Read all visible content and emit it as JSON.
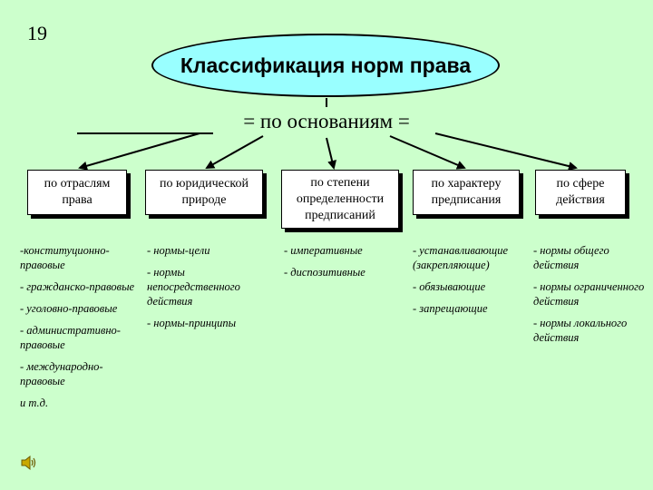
{
  "slide_number": "19",
  "title": "Классификация норм права",
  "subtitle": "= по основаниям =",
  "columns": [
    {
      "header": "по отраслям права",
      "items": [
        "-конституционно-правовые",
        "- гражданско-правовые",
        "- уголовно-правовые",
        "- административно-правовые",
        "- международно-правовые",
        "и т.д."
      ]
    },
    {
      "header": "по юридической природе",
      "items": [
        "- нормы-цели",
        "- нормы непосредственного действия",
        "- нормы-принципы"
      ]
    },
    {
      "header": "по степени определенности предписаний",
      "items": [
        "- императивные",
        "- диспозитивные"
      ]
    },
    {
      "header": "по характеру предписания",
      "items": [
        "- устанавливающие (закрепляющие)",
        "- обязывающие",
        "- запрещающие"
      ]
    },
    {
      "header": "по сфере действия",
      "items": [
        "- нормы общего действия",
        "- нормы ограниченного действия",
        "- нормы локального действия"
      ]
    }
  ],
  "icons": {
    "sound": "speaker-icon"
  },
  "colors": {
    "background": "#ccffcc",
    "ellipse": "#99ffff"
  }
}
